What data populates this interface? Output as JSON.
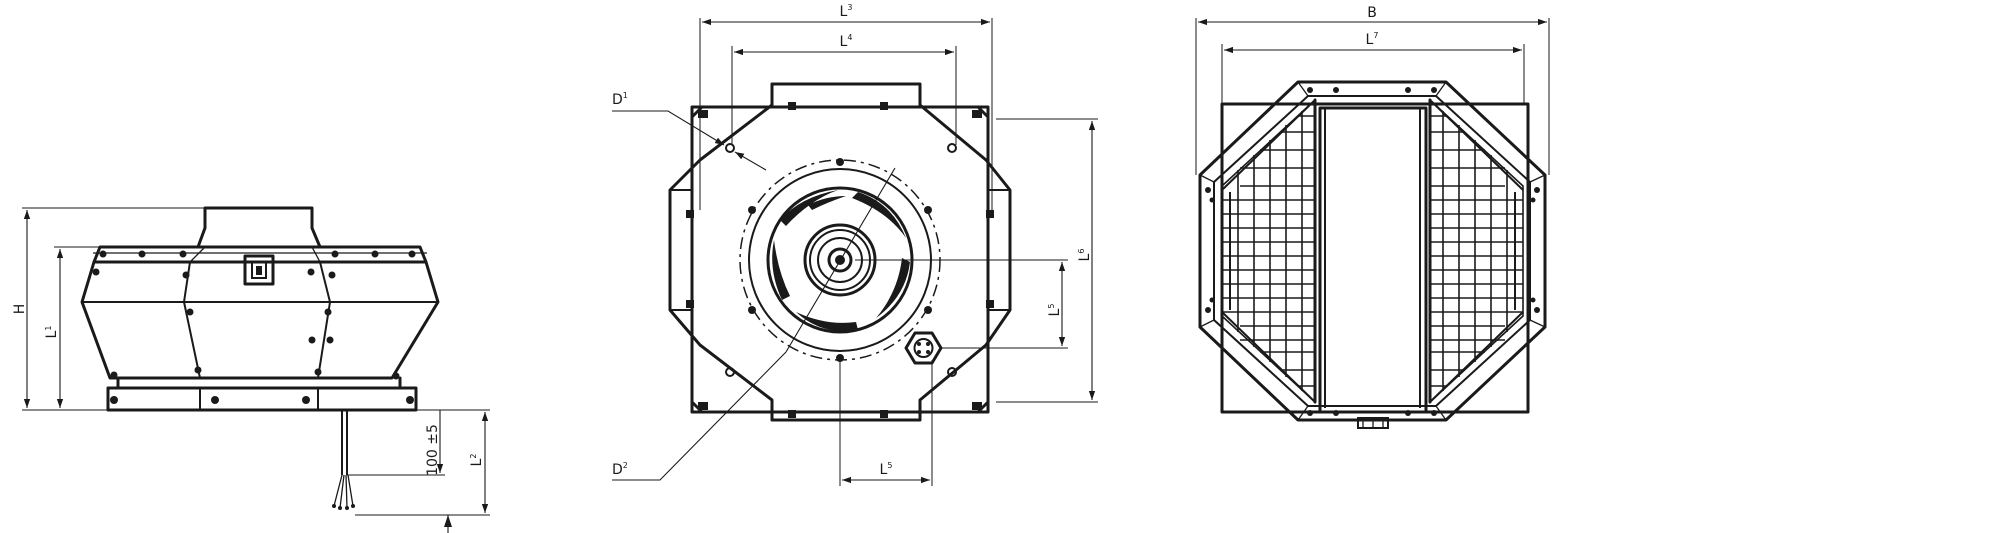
{
  "side_view": {
    "height_label": "H",
    "l1": {
      "letter": "L",
      "index": "1"
    },
    "l2": {
      "letter": "L",
      "index": "2"
    },
    "cable_length": "100 ±5"
  },
  "top_view": {
    "l3": {
      "letter": "L",
      "index": "3"
    },
    "l4": {
      "letter": "L",
      "index": "4"
    },
    "l5_horizontal": {
      "letter": "L",
      "index": "5"
    },
    "l5_vertical": {
      "letter": "L",
      "index": "5"
    },
    "l6": {
      "letter": "L",
      "index": "6"
    },
    "d1": {
      "letter": "D",
      "index": "1"
    },
    "d2": {
      "letter": "D",
      "index": "2"
    }
  },
  "front_view": {
    "b_label": "B",
    "l7": {
      "letter": "L",
      "index": "7"
    }
  }
}
